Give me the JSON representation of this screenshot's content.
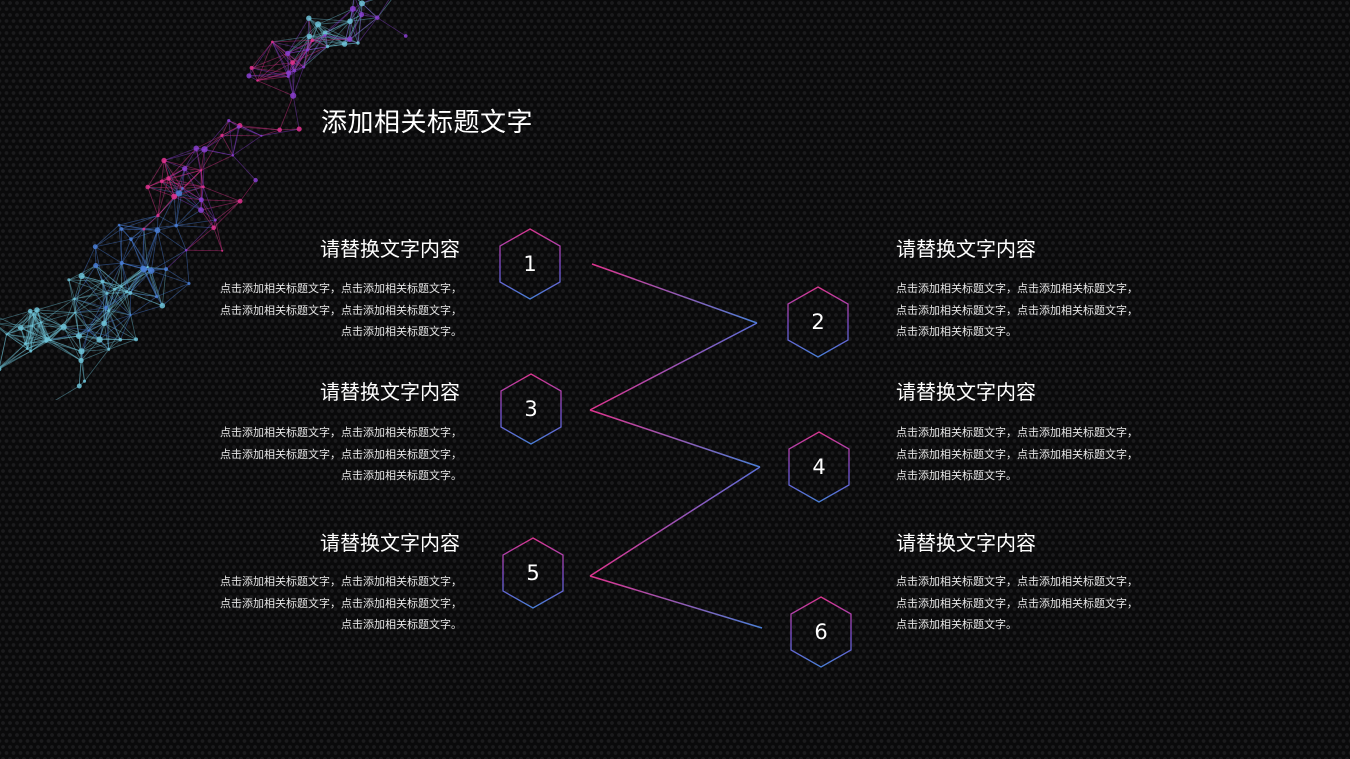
{
  "slide": {
    "title": "添加相关标题文字"
  },
  "items": [
    {
      "number": "1",
      "heading": "请替换文字内容",
      "body": "点击添加相关标题文字，点击添加相关标题文字，点击添加相关标题文字，点击添加相关标题文字，点击添加相关标题文字。"
    },
    {
      "number": "2",
      "heading": "请替换文字内容",
      "body": "点击添加相关标题文字，点击添加相关标题文字，点击添加相关标题文字，点击添加相关标题文字，点击添加相关标题文字。"
    },
    {
      "number": "3",
      "heading": "请替换文字内容",
      "body": "点击添加相关标题文字，点击添加相关标题文字，点击添加相关标题文字，点击添加相关标题文字，点击添加相关标题文字。"
    },
    {
      "number": "4",
      "heading": "请替换文字内容",
      "body": "点击添加相关标题文字，点击添加相关标题文字，点击添加相关标题文字，点击添加相关标题文字，点击添加相关标题文字。"
    },
    {
      "number": "5",
      "heading": "请替换文字内容",
      "body": "点击添加相关标题文字，点击添加相关标题文字，点击添加相关标题文字，点击添加相关标题文字，点击添加相关标题文字。"
    },
    {
      "number": "6",
      "heading": "请替换文字内容",
      "body": "点击添加相关标题文字，点击添加相关标题文字，点击添加相关标题文字，点击添加相关标题文字，点击添加相关标题文字。"
    }
  ],
  "colors": {
    "background": "#0a0a0b",
    "accent_pink": "#e0338f",
    "accent_purple": "#8a3fd1",
    "accent_blue": "#4a7fd6",
    "accent_teal": "#6fc3d8"
  }
}
